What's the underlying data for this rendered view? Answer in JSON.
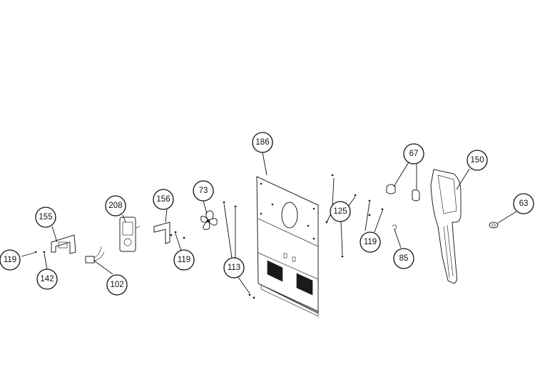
{
  "callouts": [
    {
      "id": "c-186",
      "label": "186"
    },
    {
      "id": "c-67",
      "label": "67"
    },
    {
      "id": "c-150",
      "label": "150"
    },
    {
      "id": "c-63",
      "label": "63"
    },
    {
      "id": "c-73",
      "label": "73"
    },
    {
      "id": "c-208",
      "label": "208"
    },
    {
      "id": "c-156",
      "label": "156"
    },
    {
      "id": "c-155",
      "label": "155"
    },
    {
      "id": "c-125",
      "label": "125"
    },
    {
      "id": "c-119a",
      "label": "119"
    },
    {
      "id": "c-119b",
      "label": "119"
    },
    {
      "id": "c-119c",
      "label": "119"
    },
    {
      "id": "c-142",
      "label": "142"
    },
    {
      "id": "c-102",
      "label": "102"
    },
    {
      "id": "c-113",
      "label": "113"
    },
    {
      "id": "c-85",
      "label": "85"
    }
  ],
  "colors": {
    "line": "#111111",
    "background": "#ffffff"
  }
}
